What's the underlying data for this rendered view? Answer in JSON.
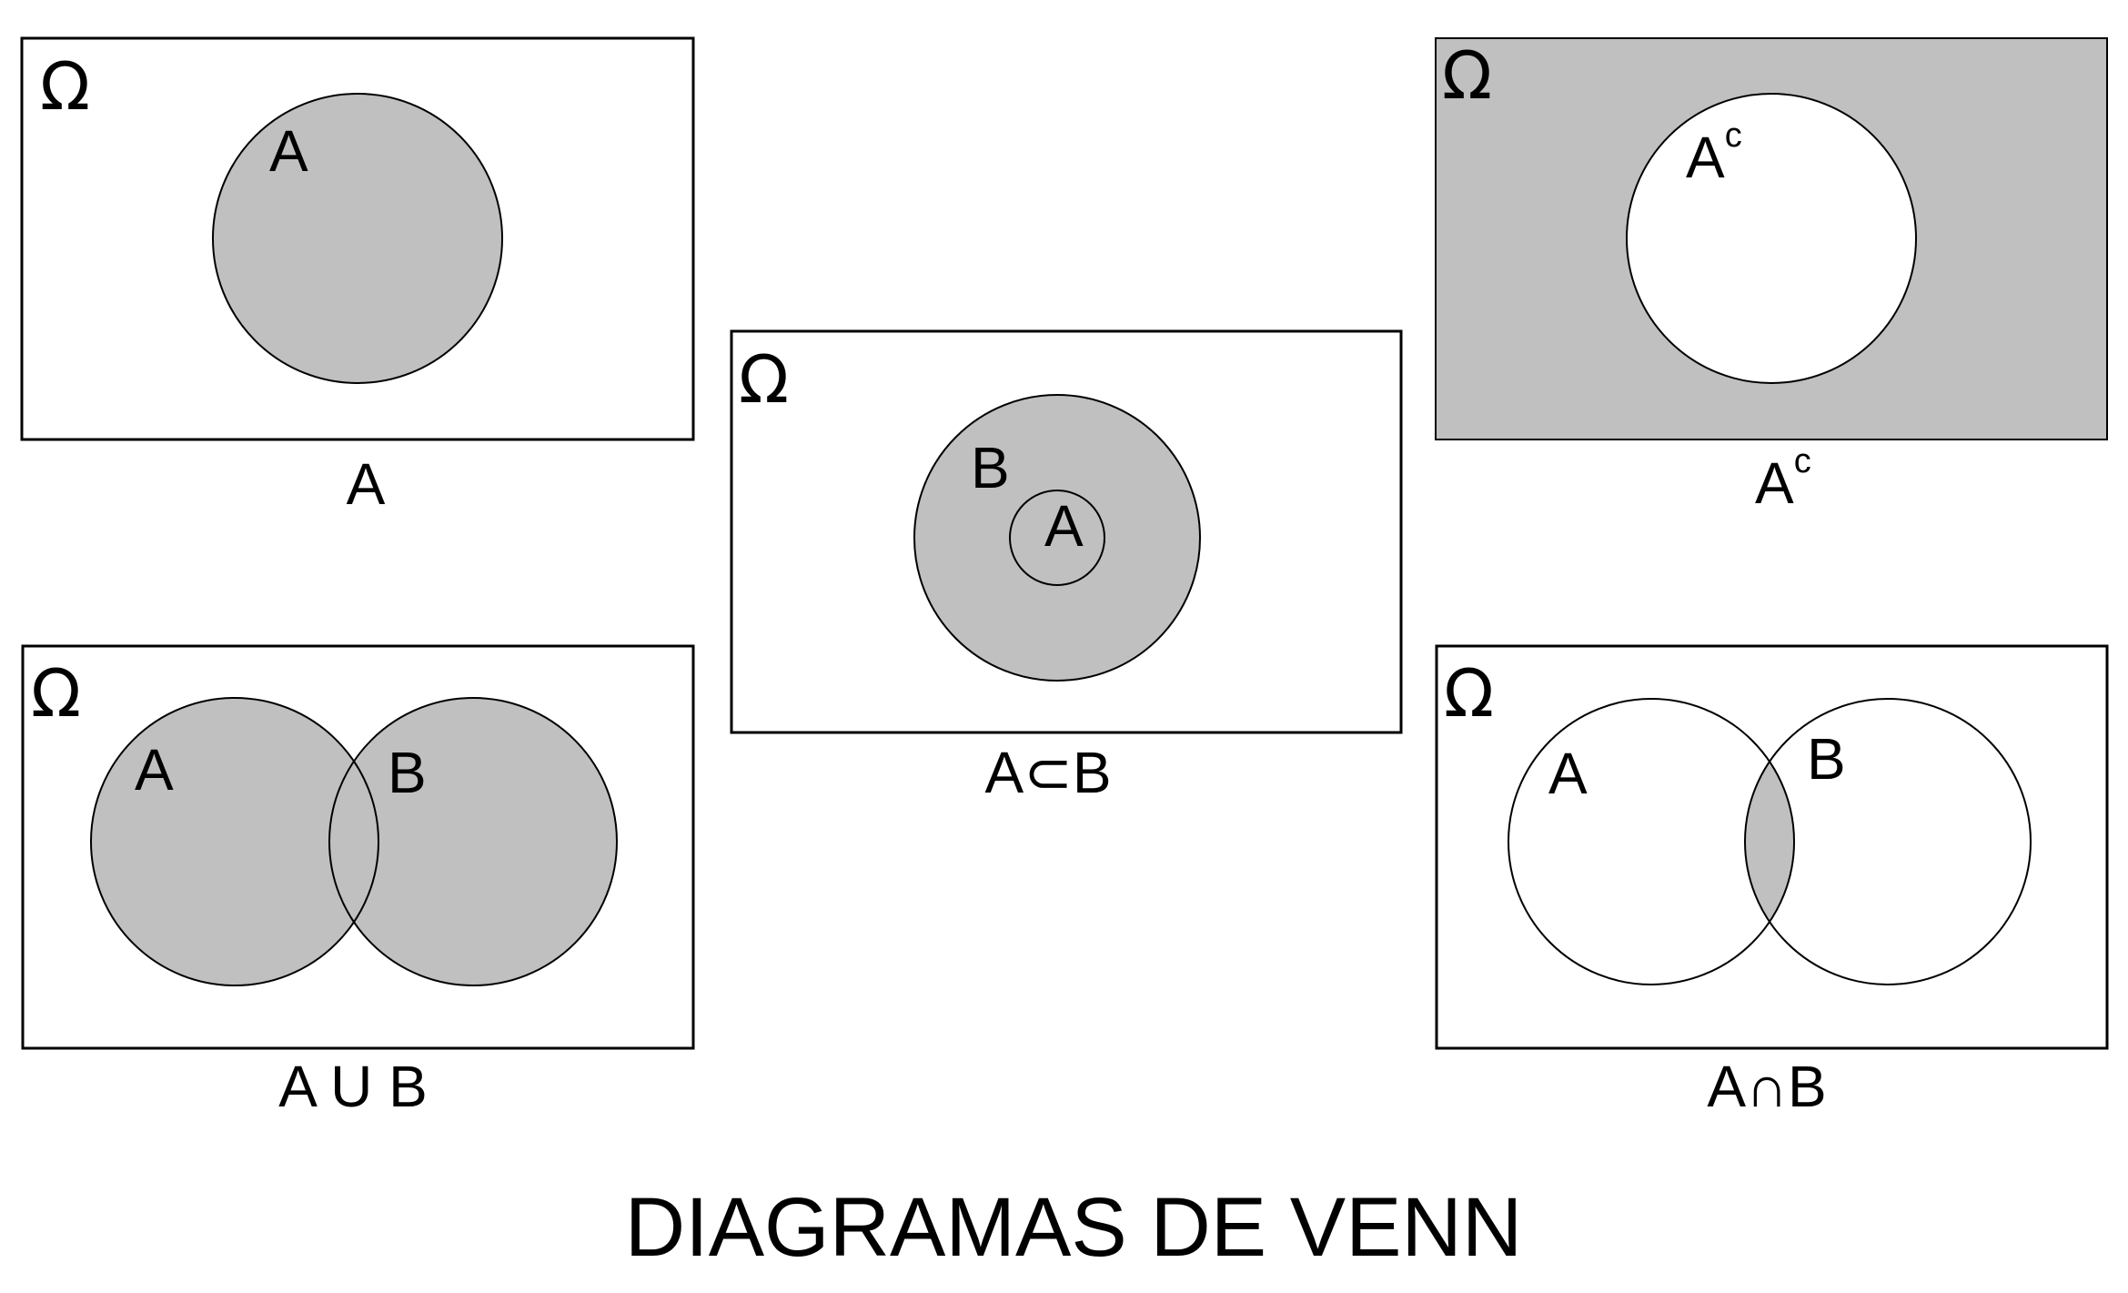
{
  "title": "DIAGRAMAS DE VENN",
  "universe_symbol": "Ω",
  "colors": {
    "shade": "#c0c0c0",
    "stroke": "#000000",
    "background": "#ffffff"
  },
  "panels": {
    "a": {
      "caption": "A",
      "labels": {
        "a": "A"
      }
    },
    "complement": {
      "caption_base": "A",
      "caption_sup": "c",
      "labels": {
        "a_base": "A",
        "a_sup": "c"
      }
    },
    "subset": {
      "caption": "A⊂B",
      "labels": {
        "a": "A",
        "b": "B"
      }
    },
    "union": {
      "caption": "A U B",
      "labels": {
        "a": "A",
        "b": "B"
      }
    },
    "intersection": {
      "caption": "A∩B",
      "labels": {
        "a": "A",
        "b": "B"
      }
    }
  }
}
